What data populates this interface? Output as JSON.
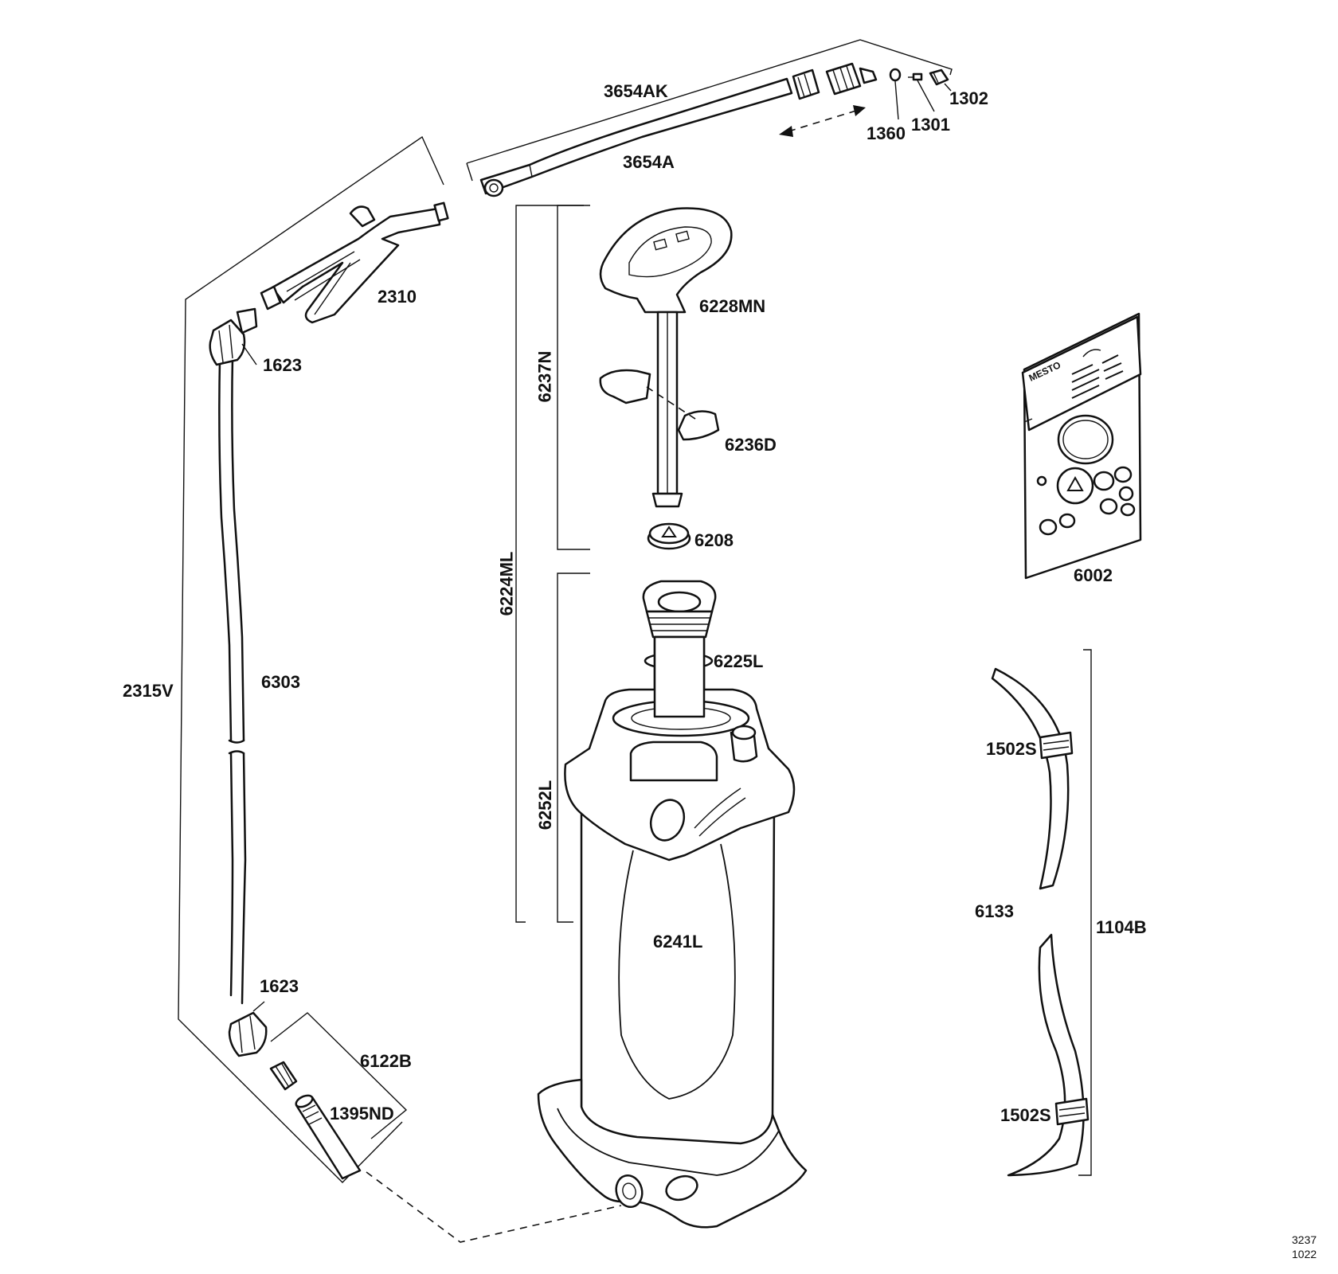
{
  "labels": {
    "p3654AK": "3654AK",
    "p3654A": "3654A",
    "p1360": "1360",
    "p1301": "1301",
    "p1302": "1302",
    "p2310": "2310",
    "p1623_top": "1623",
    "p2315V": "2315V",
    "p6303": "6303",
    "p1623_bottom": "1623",
    "p6122B": "6122B",
    "p1395ND": "1395ND",
    "p6237N": "6237N",
    "p6224ML": "6224ML",
    "p6252L": "6252L",
    "p6228MN": "6228MN",
    "p6236D": "6236D",
    "p6208": "6208",
    "p6225L": "6225L",
    "p6241L": "6241L",
    "p6002": "6002",
    "p1502S_top": "1502S",
    "p6133": "6133",
    "p1104B": "1104B",
    "p1502S_bottom": "1502S"
  },
  "kit_brand": "MESTO",
  "ref_number": "3237",
  "ref_date": "1022"
}
